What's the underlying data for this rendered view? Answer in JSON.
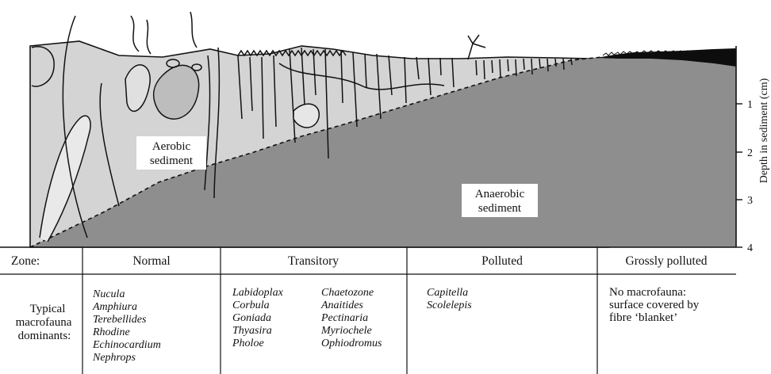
{
  "labels": {
    "aerobic": [
      "Aerobic",
      "sediment"
    ],
    "anaerobic": [
      "Anaerobic",
      "sediment"
    ]
  },
  "depth_axis": {
    "title": "Depth in sediment (cm)",
    "ticks": [
      "1",
      "2",
      "3",
      "4"
    ]
  },
  "table": {
    "zone_header": "Zone:",
    "dominants_header": [
      "Typical",
      "macrofauna",
      "dominants:"
    ],
    "zones": [
      {
        "name": "Normal",
        "species": [
          [
            "Nucula",
            "Amphiura",
            "Terebellides",
            "Rhodine",
            "Echinocardium",
            "Nephrops"
          ]
        ],
        "italic": true
      },
      {
        "name": "Transitory",
        "species": [
          [
            "Labidoplax",
            "Corbula",
            "Goniada",
            "Thyasira",
            "Pholoe"
          ],
          [
            "Chaetozone",
            "Anaitides",
            "Pectinaria",
            "Myriochele",
            "Ophiodromus"
          ]
        ],
        "italic": true
      },
      {
        "name": "Polluted",
        "species": [
          [
            "Capitella",
            "Scolelepis"
          ]
        ],
        "italic": true
      },
      {
        "name": "Grossly polluted",
        "species": [
          [
            "No macrofauna:",
            "surface covered by",
            "fibre ‘blanket’"
          ]
        ],
        "italic": false
      }
    ]
  },
  "colors": {
    "aerobic_fill": "#d4d4d4",
    "anaerobic_fill": "#8e8e8e",
    "ink": "#111111"
  }
}
